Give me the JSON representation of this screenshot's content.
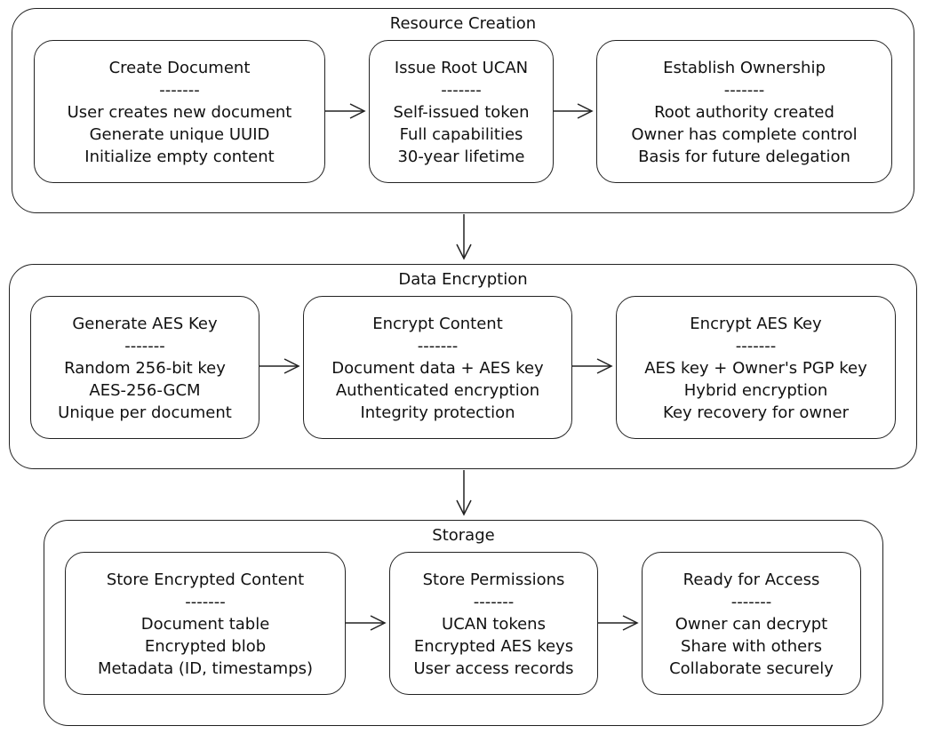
{
  "groups": [
    {
      "title": "Resource Creation",
      "nodes": [
        {
          "title": "Create Document",
          "sep": "-------",
          "lines": [
            "User creates new document",
            "Generate unique UUID",
            "Initialize empty content"
          ]
        },
        {
          "title": "Issue Root UCAN",
          "sep": "-------",
          "lines": [
            "Self-issued token",
            "Full capabilities",
            "30-year lifetime"
          ]
        },
        {
          "title": "Establish Ownership",
          "sep": "-------",
          "lines": [
            "Root authority created",
            "Owner has complete control",
            "Basis for future delegation"
          ]
        }
      ]
    },
    {
      "title": "Data Encryption",
      "nodes": [
        {
          "title": "Generate AES Key",
          "sep": "-------",
          "lines": [
            "Random 256-bit key",
            "AES-256-GCM",
            "Unique per document"
          ]
        },
        {
          "title": "Encrypt Content",
          "sep": "-------",
          "lines": [
            "Document data + AES key",
            "Authenticated encryption",
            "Integrity protection"
          ]
        },
        {
          "title": "Encrypt AES Key",
          "sep": "-------",
          "lines": [
            "AES key + Owner's PGP key",
            "Hybrid encryption",
            "Key recovery for owner"
          ]
        }
      ]
    },
    {
      "title": "Storage",
      "nodes": [
        {
          "title": "Store Encrypted Content",
          "sep": "-------",
          "lines": [
            "Document table",
            "Encrypted blob",
            "Metadata (ID, timestamps)"
          ]
        },
        {
          "title": "Store Permissions",
          "sep": "-------",
          "lines": [
            "UCAN tokens",
            "Encrypted AES keys",
            "User access records"
          ]
        },
        {
          "title": "Ready for Access",
          "sep": "-------",
          "lines": [
            "Owner can decrypt",
            "Share with others",
            "Collaborate securely"
          ]
        }
      ]
    }
  ]
}
